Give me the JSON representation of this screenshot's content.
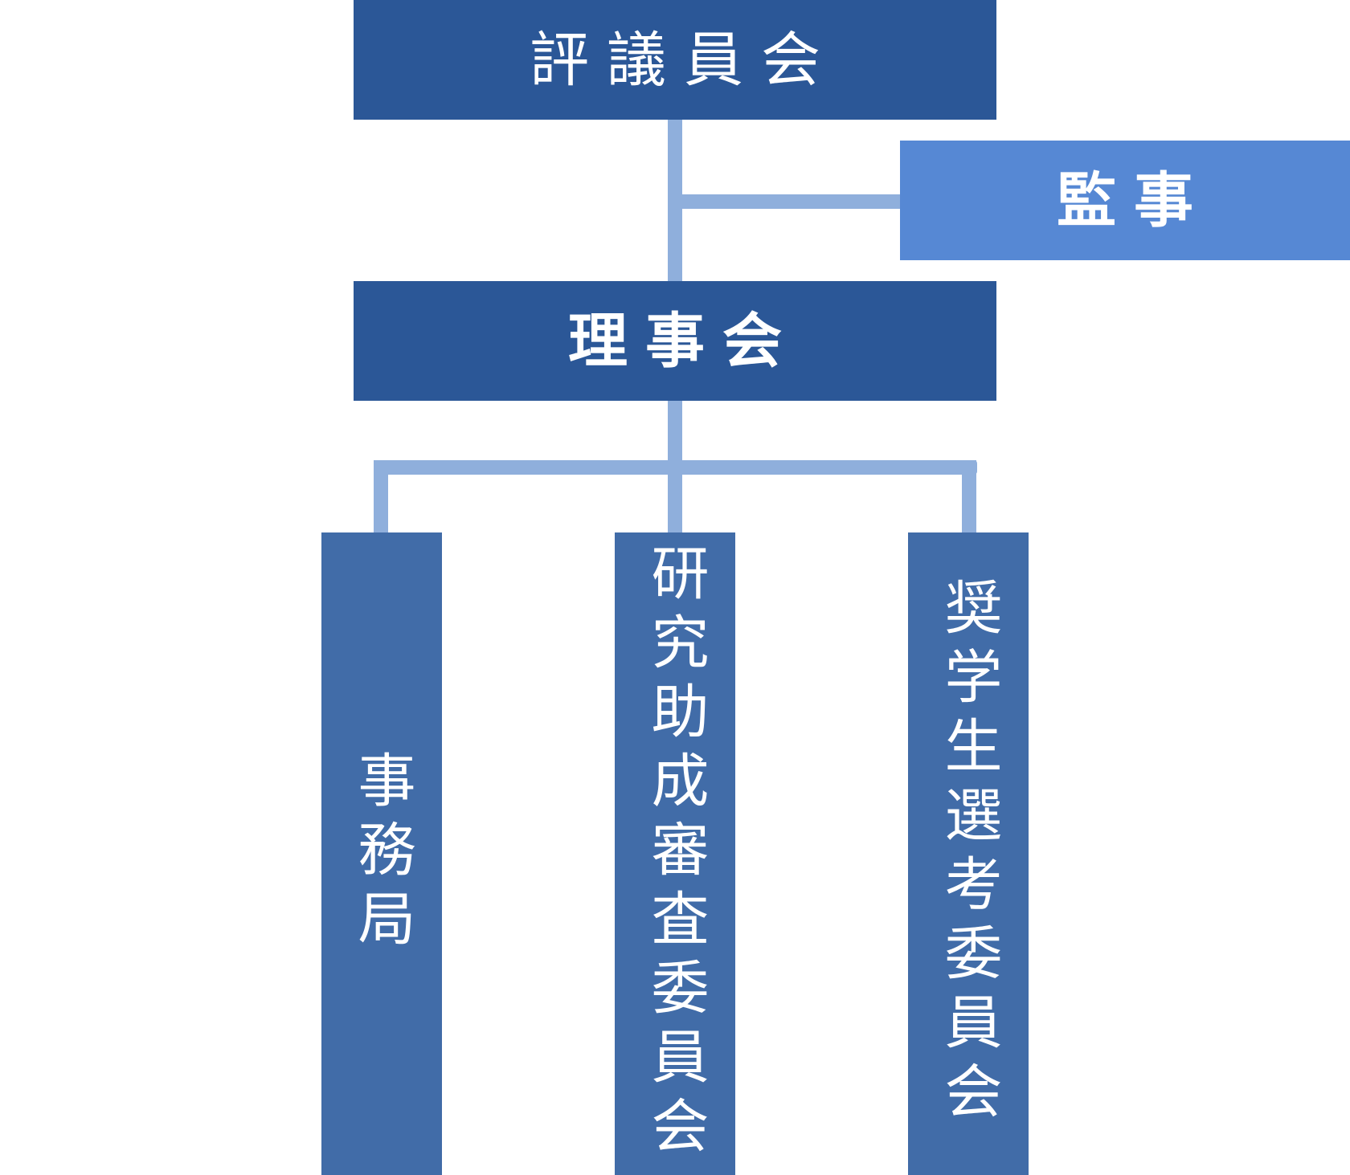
{
  "diagram": {
    "top": {
      "label": "評議員会"
    },
    "auditor": {
      "label": "監事"
    },
    "board": {
      "label": "理事会"
    },
    "children": [
      {
        "label": "事務局"
      },
      {
        "label": "研究助成審査委員会"
      },
      {
        "label": "奨学生選考委員会"
      }
    ]
  },
  "colors": {
    "dark_box": "#2b5797",
    "light_box": "#5688d4",
    "mid_box": "#416ca8",
    "connector": "#8fafdc",
    "text": "#ffffff"
  }
}
